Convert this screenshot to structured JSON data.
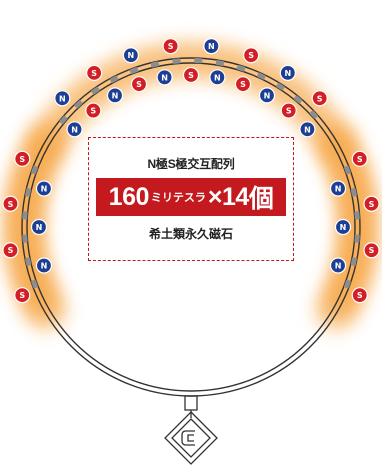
{
  "spec": {
    "title": "N極S極交互配列",
    "strength_value": "160",
    "strength_unit": "ミリテスラ",
    "times_sign": "×",
    "count": "14",
    "count_unit": "個",
    "subtitle": "希土類永久磁石"
  },
  "magnet_groups": [
    {
      "name": "top",
      "magnets": [
        "N",
        "S",
        "N",
        "S",
        "N",
        "S",
        "N",
        "S"
      ]
    },
    {
      "name": "top-inner",
      "magnets": [
        "N",
        "S",
        "N",
        "S",
        "N",
        "S",
        "N",
        "S",
        "N",
        "S",
        "N"
      ]
    },
    {
      "name": "left",
      "magnets": [
        "S",
        "N",
        "S",
        "N",
        "S",
        "N",
        "S"
      ]
    },
    {
      "name": "right",
      "magnets": [
        "S",
        "N",
        "S",
        "N",
        "S",
        "N",
        "S"
      ]
    }
  ],
  "colors": {
    "north": "#1c3f94",
    "south": "#d21f26",
    "ring": "#333333",
    "glow": "#f6a23c",
    "banner": "#c41a1f"
  },
  "icons": [
    "clasp-icon"
  ]
}
